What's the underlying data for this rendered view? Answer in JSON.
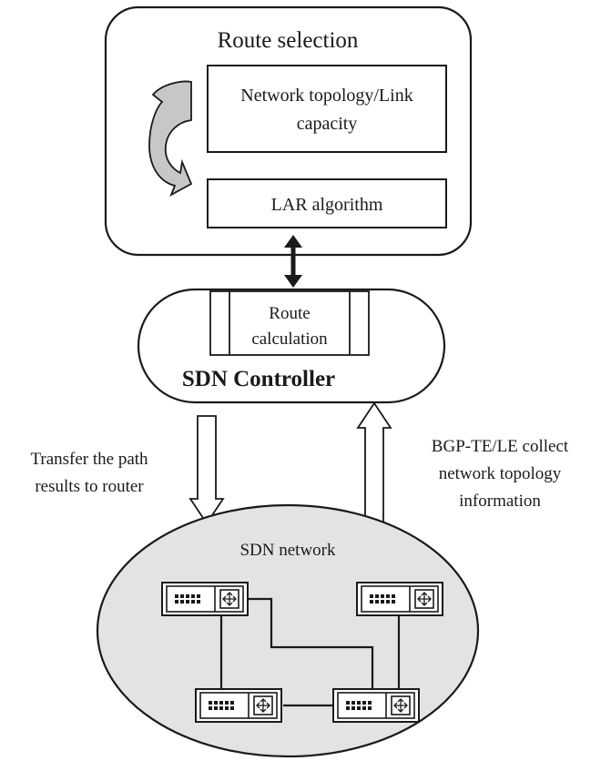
{
  "route_selection": {
    "title": "Route selection",
    "topology_box_line1": "Network topology/Link",
    "topology_box_line2": "capacity",
    "lar_box": "LAR algorithm"
  },
  "controller": {
    "route_calc_line1": "Route",
    "route_calc_line2": "calculation",
    "title": "SDN Controller"
  },
  "left_arrow_label": {
    "line1": "Transfer the path",
    "line2": "results to router"
  },
  "right_arrow_label": {
    "line1": "BGP-TE/LE collect",
    "line2": "network topology",
    "line3": "information"
  },
  "network": {
    "title": "SDN network",
    "router_icon": "router-icon",
    "router_count": 4
  },
  "colors": {
    "stroke": "#1a1a1a",
    "ellipse_fill": "#e3e3e3",
    "curved_arrow_fill": "#c7c7c7"
  }
}
